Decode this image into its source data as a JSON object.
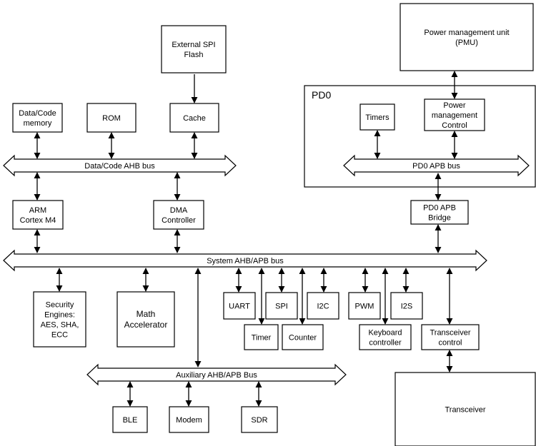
{
  "blocks": {
    "external_spi_flash": [
      "External SPI",
      "Flash"
    ],
    "pmu": [
      "Power management unit",
      "(PMU)"
    ],
    "pd0_domain": [
      "PD0"
    ],
    "data_code_memory": [
      "Data/Code",
      "memory"
    ],
    "rom": [
      "ROM"
    ],
    "cache": [
      "Cache"
    ],
    "timers": [
      "Timers"
    ],
    "power_management_control": [
      "Power",
      "management",
      "Control"
    ],
    "arm_cortex_m4": [
      "ARM",
      "Cortex M4"
    ],
    "dma_controller": [
      "DMA",
      "Controller"
    ],
    "pd0_apb_bridge": [
      "PD0 APB",
      "Bridge"
    ],
    "security_engines": [
      "Security",
      "Engines:",
      "AES, SHA,",
      "ECC"
    ],
    "math_accelerator": [
      "Math",
      "Accelerator"
    ],
    "uart": [
      "UART"
    ],
    "spi": [
      "SPI"
    ],
    "i2c": [
      "I2C"
    ],
    "pwm": [
      "PWM"
    ],
    "i2s": [
      "I2S"
    ],
    "timer": [
      "Timer"
    ],
    "counter": [
      "Counter"
    ],
    "keyboard_controller": [
      "Keyboard",
      "controller"
    ],
    "transceiver_control": [
      "Transceiver",
      "control"
    ],
    "ble": [
      "BLE"
    ],
    "modem": [
      "Modem"
    ],
    "sdr": [
      "SDR"
    ],
    "transceiver": [
      "Transceiver"
    ]
  },
  "buses": {
    "data_code_ahb": "Data/Code AHB bus",
    "pd0_apb": "PD0 APB bus",
    "system_ahb_apb": "System AHB/APB bus",
    "auxiliary_ahb_apb": "Auxiliary AHB/APB Bus"
  },
  "colors": {
    "line": "#000000",
    "fill": "#ffffff"
  }
}
